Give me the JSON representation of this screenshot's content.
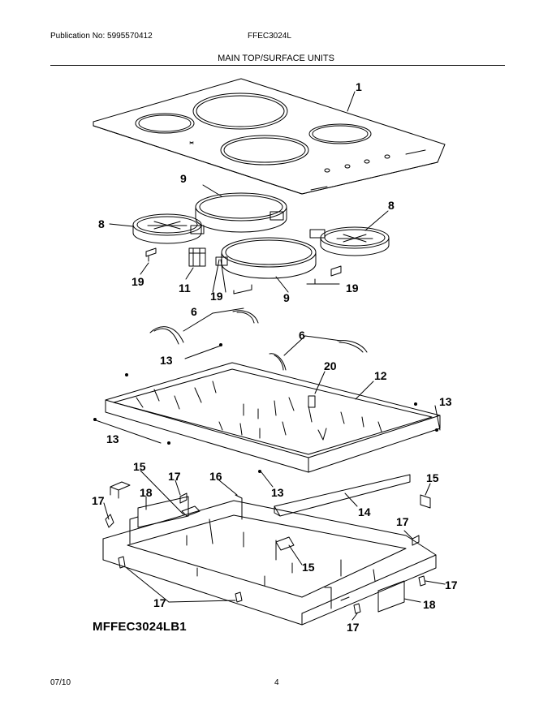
{
  "header": {
    "publication": "Publication No: 5995570412",
    "model": "FFEC3024L",
    "section_title": "MAIN TOP/SURFACE UNITS"
  },
  "diagram": {
    "code": "MFFEC3024LB1",
    "callouts": {
      "c1": "1",
      "c9a": "9",
      "c8a": "8",
      "c8b": "8",
      "c19a": "19",
      "c11": "11",
      "c19b": "19",
      "c9b": "9",
      "c19c": "19",
      "c6a": "6",
      "c6b": "6",
      "c13a": "13",
      "c20": "20",
      "c12": "12",
      "c13b": "13",
      "c13c": "13",
      "c13d": "13",
      "c15a": "15",
      "c17a": "17",
      "c16": "16",
      "c15b": "15",
      "c17b": "17",
      "c18a": "18",
      "c14": "14",
      "c17c": "17",
      "c15c": "15",
      "c17d": "17",
      "c17e": "17",
      "c18b": "18",
      "c17f": "17"
    }
  },
  "footer": {
    "date": "07/10",
    "page": "4"
  }
}
